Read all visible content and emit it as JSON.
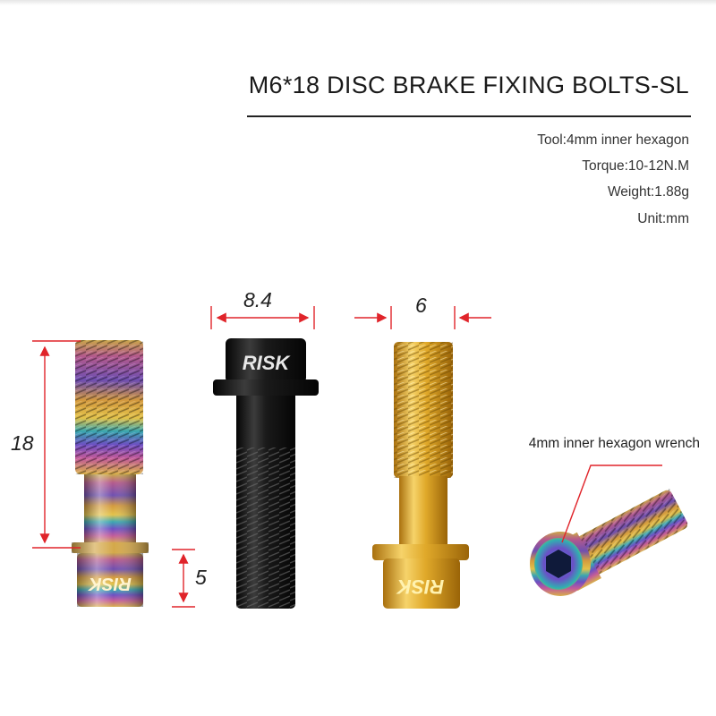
{
  "title": "M6*18 DISC BRAKE FIXING BOLTS-SL",
  "specs": {
    "tool": "Tool:4mm inner hexagon",
    "torque": "Torque:10-12N.M",
    "weight": "Weight:1.88g",
    "unit": "Unit:mm"
  },
  "dimensions": {
    "head_width": "8.4",
    "thread_width": "6",
    "length": "18",
    "head_height": "5"
  },
  "callout": {
    "wrench": "4mm inner hexagon wrench"
  },
  "bolts": [
    {
      "finish": "rainbow",
      "brand": "RISK"
    },
    {
      "finish": "black",
      "brand": "RISK"
    },
    {
      "finish": "gold",
      "brand": "RISK"
    },
    {
      "finish": "rainbow",
      "brand": ""
    }
  ],
  "colors": {
    "dimension_line": "#e0242a",
    "text": "#222222",
    "black_bolt": "#1b1b1b",
    "gold_bolt": "#d9a020"
  }
}
